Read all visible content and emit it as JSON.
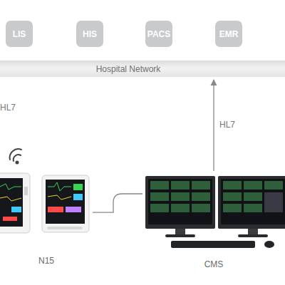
{
  "diagram": {
    "nodes": [
      {
        "text": [
          "LIS"
        ]
      },
      {
        "text": [
          "HIS"
        ]
      },
      {
        "text": [
          "PACS"
        ]
      },
      {
        "text": [
          "EMR"
        ]
      },
      {
        "text": [
          "Hospital Network"
        ]
      },
      {
        "text": [
          "N15"
        ]
      },
      {
        "text": [
          "CMS"
        ]
      }
    ],
    "edges": [
      {
        "from": 6,
        "to": 4,
        "label": "HL7",
        "arrow": "to"
      },
      {
        "from": 5,
        "to": 6,
        "arrow": "none"
      }
    ],
    "labels": [
      "HL7"
    ]
  }
}
